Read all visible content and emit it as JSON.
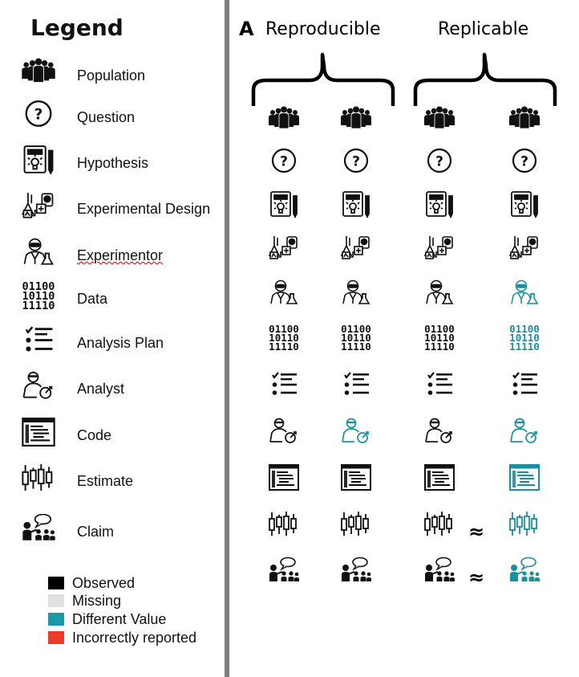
{
  "legend": {
    "title": "Legend",
    "items": [
      {
        "label": "Population",
        "icon": "population-icon"
      },
      {
        "label": "Question",
        "icon": "question-icon"
      },
      {
        "label": "Hypothesis",
        "icon": "hypothesis-icon"
      },
      {
        "label": "Experimental Design",
        "icon": "experimental-design-icon"
      },
      {
        "label": "Experimentor",
        "icon": "experimentor-icon"
      },
      {
        "label": "Data",
        "icon": "data-icon"
      },
      {
        "label": "Analysis Plan",
        "icon": "analysis-plan-icon"
      },
      {
        "label": "Analyst",
        "icon": "analyst-icon"
      },
      {
        "label": "Code",
        "icon": "code-icon"
      },
      {
        "label": "Estimate",
        "icon": "estimate-icon"
      },
      {
        "label": "Claim",
        "icon": "claim-icon"
      }
    ],
    "status_key": [
      {
        "label": "Observed",
        "color": "#000000"
      },
      {
        "label": "Missing",
        "color": "#e0e0e0"
      },
      {
        "label": "Different Value",
        "color": "#1a9aa8"
      },
      {
        "label": "Incorrectly reported",
        "color": "#ee3a2a"
      }
    ]
  },
  "panel": {
    "letter": "A",
    "groups": [
      "Reproducible",
      "Replicable"
    ],
    "approx_symbol": "≈",
    "data_bits": [
      "01100",
      "10110",
      "11110"
    ],
    "question_mark": "?",
    "rows": [
      "population",
      "question",
      "hypothesis",
      "experimental-design",
      "experimentor",
      "data",
      "analysis-plan",
      "analyst",
      "code",
      "estimate",
      "claim"
    ],
    "columns": [
      {
        "population": "observed",
        "question": "observed",
        "hypothesis": "observed",
        "experimental-design": "observed",
        "experimentor": "observed",
        "data": "observed",
        "analysis-plan": "observed",
        "analyst": "observed",
        "code": "observed",
        "estimate": "observed",
        "claim": "observed"
      },
      {
        "population": "observed",
        "question": "observed",
        "hypothesis": "observed",
        "experimental-design": "observed",
        "experimentor": "observed",
        "data": "observed",
        "analysis-plan": "observed",
        "analyst": "different",
        "code": "observed",
        "estimate": "observed",
        "claim": "observed"
      },
      {
        "population": "observed",
        "question": "observed",
        "hypothesis": "observed",
        "experimental-design": "observed",
        "experimentor": "observed",
        "data": "observed",
        "analysis-plan": "observed",
        "analyst": "observed",
        "code": "observed",
        "estimate": "observed",
        "claim": "observed"
      },
      {
        "population": "observed",
        "question": "observed",
        "hypothesis": "observed",
        "experimental-design": "observed",
        "experimentor": "different",
        "data": "different",
        "analysis-plan": "observed",
        "analyst": "different",
        "code": "different",
        "estimate": "different",
        "claim": "different"
      }
    ]
  }
}
